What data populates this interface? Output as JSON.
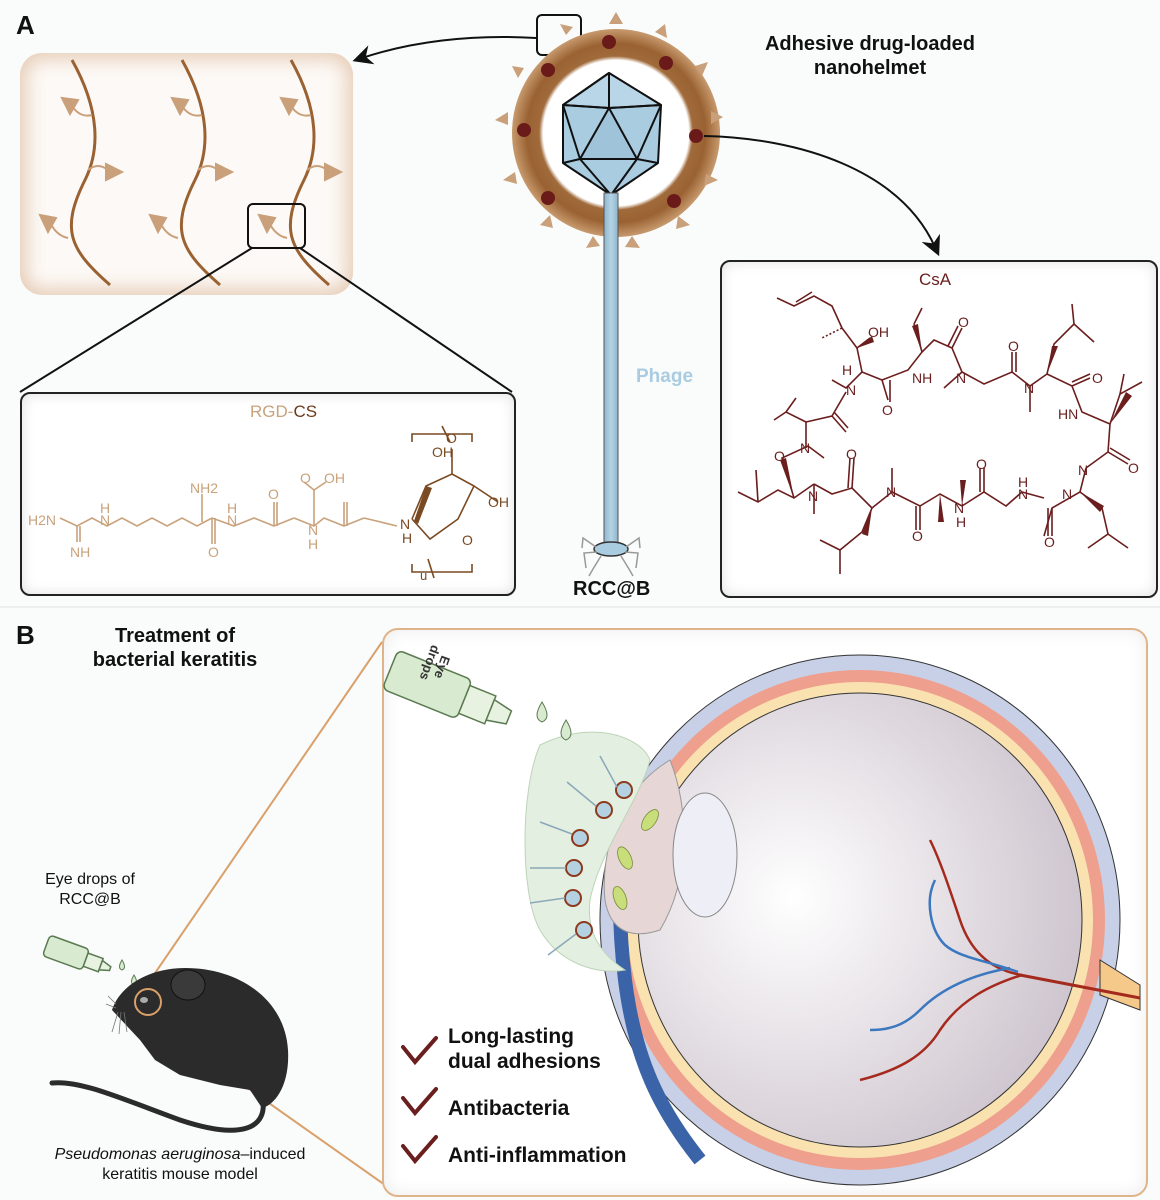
{
  "panel_a": {
    "label": "A",
    "title_line1": "Adhesive drug-loaded",
    "title_line2": "nanohelmet",
    "phage_label": "Phage",
    "construct_label": "RCC@B",
    "rgd_cs": {
      "title_part1": "RGD-",
      "title_part2": "CS",
      "atoms": [
        "H2N",
        "H",
        "N",
        "NH",
        "NH2",
        "H",
        "N",
        "O",
        "O",
        "OH",
        "N",
        "H",
        "O",
        "N",
        "H",
        "OH",
        "O",
        "OH",
        "O",
        "n"
      ]
    },
    "csa": {
      "title": "CsA",
      "atoms": [
        "OH",
        "H",
        "NH",
        "N",
        "O",
        "O",
        "N",
        "O",
        "N",
        "O",
        "HN",
        "N",
        "O",
        "N",
        "N",
        "O",
        "N",
        "O",
        "N",
        "H",
        "O",
        "H",
        "N",
        "O",
        "N",
        "O",
        "O",
        "N"
      ]
    }
  },
  "panel_b": {
    "label": "B",
    "title_line1": "Treatment of",
    "title_line2": "bacterial keratitis",
    "eye_drops_caption_line1": "Eye drops of",
    "eye_drops_caption_line2": "RCC@B",
    "bottle_label_line1": "Eye",
    "bottle_label_line2": "drops",
    "mouse_caption_italic": "Pseudomonas aeruginosa",
    "mouse_caption_rest": "–induced",
    "mouse_caption_line2": "keratitis mouse model",
    "benefits": [
      {
        "line1": "Long-lasting",
        "line2": "dual adhesions"
      },
      {
        "line1": "Antibacteria",
        "line2": ""
      },
      {
        "line1": "Anti-inflammation",
        "line2": ""
      }
    ]
  },
  "colors": {
    "helmet_brown": "#8b5a2b",
    "arrow_tan": "#c9a07a",
    "drug_dot": "#6b1a1a",
    "phage_blue": "#a9cce0",
    "csa_color": "#6b1e1e",
    "rgd_color": "#c8a27c",
    "check_color": "#6b1e1e",
    "zoom_line": "#d9a06a"
  }
}
